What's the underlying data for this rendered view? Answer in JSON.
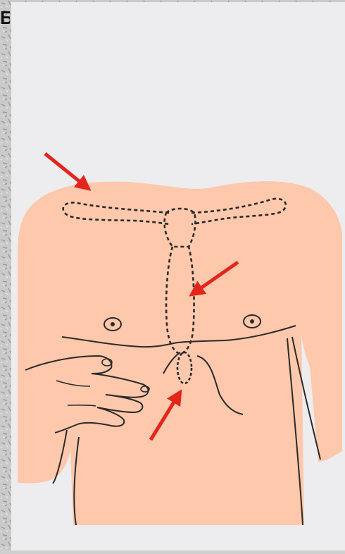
{
  "figure": {
    "label": "Б",
    "colors": {
      "background_panel": "#ededef",
      "skin": "#fdc8ab",
      "outline": "#2a2a2a",
      "arrow": "#e3251b",
      "stone_texture": "#c4c4c4"
    },
    "arrows": [
      {
        "points_to": "clavicle"
      },
      {
        "points_to": "sternum-body"
      },
      {
        "points_to": "xiphoid-process"
      }
    ],
    "structures": [
      "clavicles",
      "manubrium",
      "sternum-body",
      "xiphoid-process",
      "nipples",
      "costal-margin",
      "hand"
    ]
  }
}
